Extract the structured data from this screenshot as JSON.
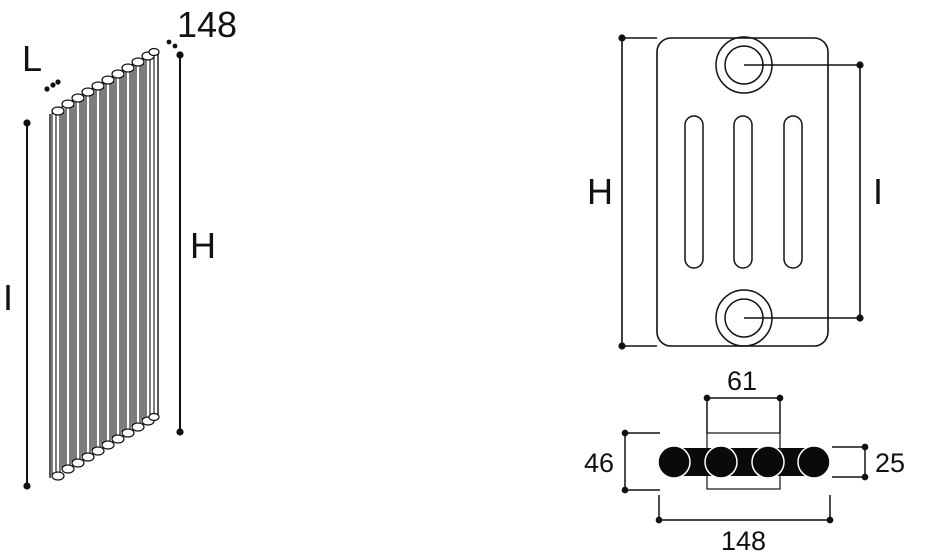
{
  "left_view": {
    "label_depth_top": "148",
    "label_width": "L",
    "label_interaxis": "I",
    "label_height": "H"
  },
  "front_view": {
    "label_height": "H",
    "label_interaxis": "I"
  },
  "section_view": {
    "label_top": "61",
    "label_left": "46",
    "label_right": "25",
    "label_bottom": "148"
  },
  "colors": {
    "line": "#111111",
    "fill_dark": "#0a0a0a",
    "background": "#ffffff"
  }
}
